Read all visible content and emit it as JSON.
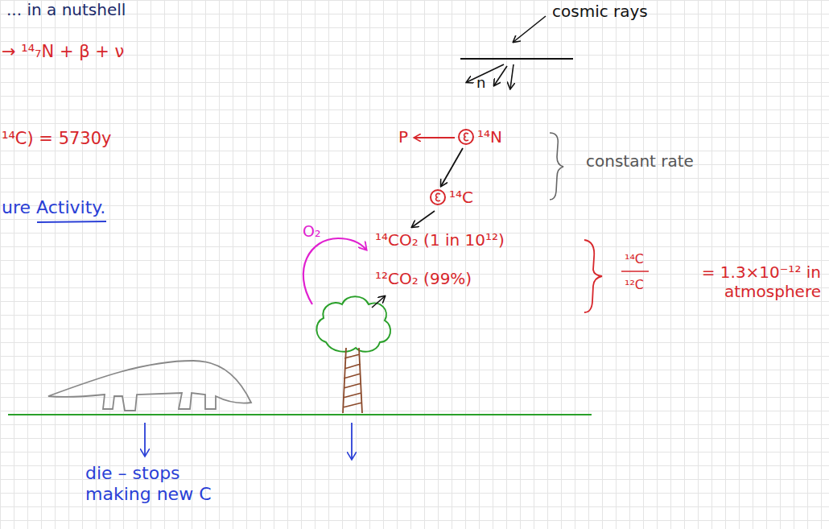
{
  "diagram": {
    "title": "... in a nutshell",
    "nodes": [
      {
        "text": [
          "¹⁴N"
        ]
      },
      {
        "text": [
          "¹⁴C"
        ]
      }
    ],
    "edges": [
      {
        "from": 0,
        "to": 1,
        "arrow": "to"
      }
    ],
    "labels": [
      "cosmic rays",
      "n",
      "P",
      "constant rate",
      "→ ¹⁴₇N + β + ν",
      "¹⁴C) = 5730y",
      "ure Activity.",
      "¹⁴CO₂ (1 in 10¹²)",
      "¹²CO₂ (99%)",
      "O₂",
      "¹⁴C",
      "¹²C",
      "= 1.3×10⁻¹² in atmosphere",
      "die – stops making new C"
    ]
  }
}
